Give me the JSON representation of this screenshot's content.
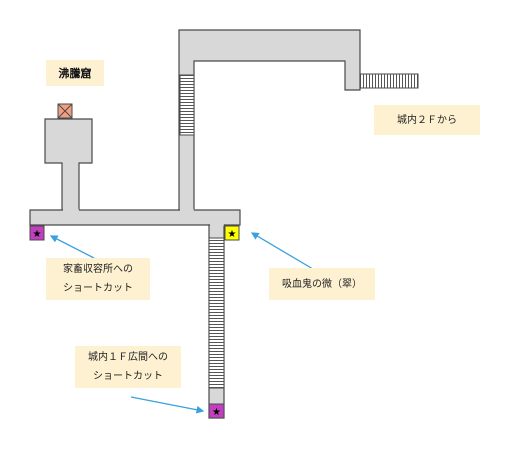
{
  "map": {
    "area_title": "沸騰窟",
    "notes": {
      "castle_2f": "城内２Ｆから",
      "vampire": "吸血鬼の微（翠）",
      "livestock_line1": "家畜収容所への",
      "livestock_line2": "ショートカット",
      "castle_1f_line1": "城内１Ｆ広間への",
      "castle_1f_line2": "ショートカット"
    },
    "icons": {
      "star": "★",
      "box": "crate-icon",
      "stairs": "stairs-icon"
    },
    "colors": {
      "floor": "#d8d8d8",
      "wall": "#4a4a4a",
      "magenta_tile": "#c040c0",
      "yellow_tile": "#ffff00",
      "crate": "#f0a080",
      "arrow": "#3aa0e0",
      "note_bg": "#fdf1d1"
    }
  }
}
